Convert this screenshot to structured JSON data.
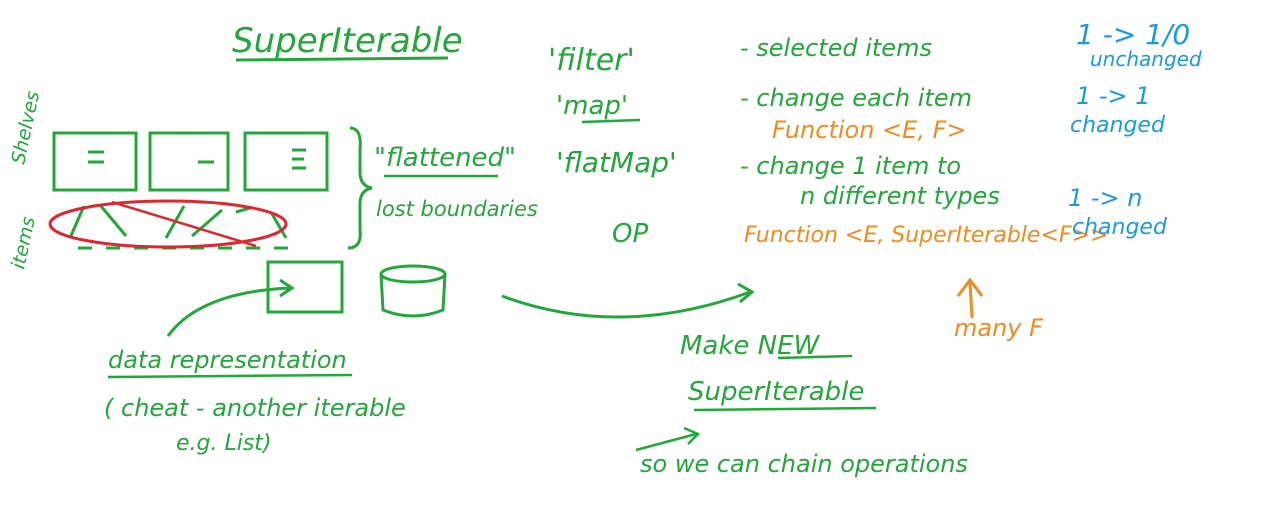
{
  "colors": {
    "green_ink": "#22a83a",
    "orange_ink": "#f28a1e",
    "blue_ink": "#1a9be0",
    "red_ink": "#e0262e",
    "background": "#ffffff"
  },
  "title": "SuperIterable",
  "left": {
    "label_shelves": "Shelves",
    "label_items": "items",
    "flattened": "\"flattened\"",
    "lost_boundaries": "lost boundaries",
    "data_representation": "data representation",
    "cheat_line": "( cheat - another iterable",
    "eg_list": "e.g. List)"
  },
  "ops": {
    "filter": "'filter'",
    "filter_desc": "- selected items",
    "map": "'map'",
    "map_desc": "- change each item",
    "map_function": "Function <E, F>",
    "flatmap": "'flatMap'",
    "flatmap_desc_1": "- change 1 item to",
    "flatmap_desc_2": "n different types",
    "flatmap_function": "Function <E, SuperIterable<F>>",
    "op": "OP",
    "many_f": "many F"
  },
  "cardinality": {
    "filter_ratio": "1 -> 1/0",
    "filter_note": "unchanged",
    "map_ratio": "1 -> 1",
    "map_note": "changed",
    "flatmap_ratio": "1 -> n",
    "flatmap_note": "changed"
  },
  "result": {
    "make_new": "Make NEW",
    "super_iterable": "SuperIterable",
    "chain": "so we can chain operations"
  }
}
